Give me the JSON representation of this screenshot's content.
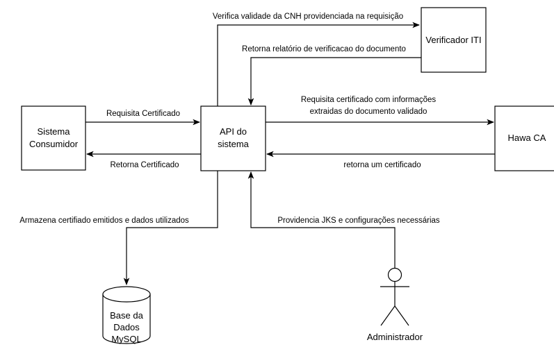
{
  "nodes": {
    "sistema_consumidor": [
      "Sistema",
      "Consumidor"
    ],
    "api": [
      "API do",
      "sistema"
    ],
    "verificador": [
      "Verificador ITI"
    ],
    "hawa": [
      "Hawa CA"
    ],
    "database": [
      "Base da",
      "Dados",
      "MySQL"
    ],
    "administrador": "Administrador"
  },
  "edges": {
    "verifica": [
      "Verifica validade da CNH providenciada na requisição"
    ],
    "retorna_relatorio": [
      "Retorna relatório de verificacao do documento"
    ],
    "requisita_certificado": [
      "Requisita Certificado"
    ],
    "retorna_certificado": [
      "Retorna Certificado"
    ],
    "requisita_hawa": [
      "Requisita certificado com informações",
      "extraidas do documento validado"
    ],
    "retorna_um": [
      "retorna um certificado"
    ],
    "armazena": [
      "Armazena certifiado emitidos e dados utilizados"
    ],
    "providencia": [
      "Providencia JKS e configurações necessárias"
    ]
  }
}
